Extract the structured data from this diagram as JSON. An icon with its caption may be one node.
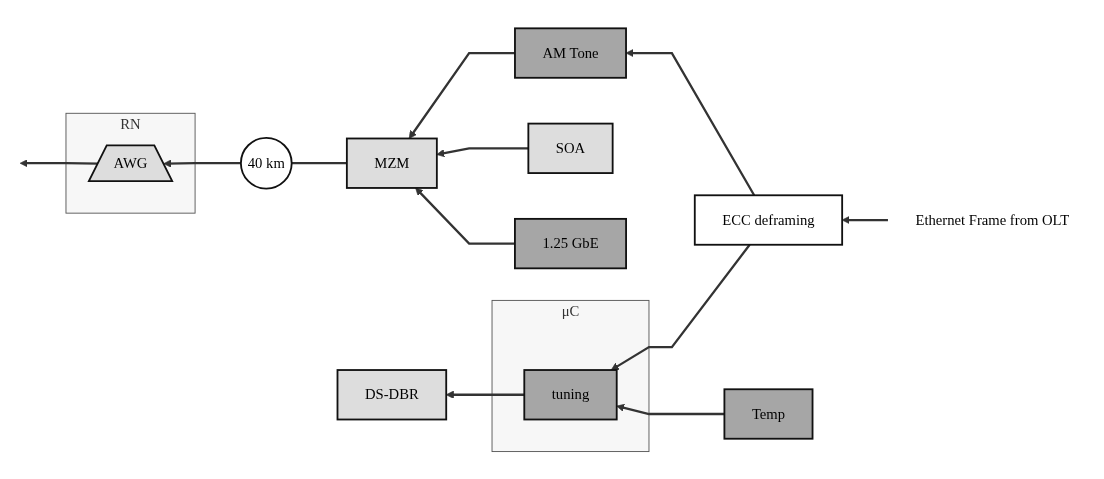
{
  "diagram": {
    "nodes": [
      {
        "text": [
          "1.25 GbE"
        ]
      },
      {
        "text": [
          "RN"
        ]
      },
      {
        "text": [
          "AWG"
        ],
        "in": 1
      },
      {
        "text": [
          "40 km"
        ]
      },
      {
        "text": [
          "μC"
        ]
      },
      {
        "text": [
          "MZM"
        ]
      },
      {
        "text": [
          "SOA"
        ]
      },
      {
        "text": [
          "DS-DBR"
        ]
      },
      {
        "text": [
          "tuning"
        ],
        "in": 4
      },
      {
        "text": [
          "Temp"
        ]
      },
      {
        "text": [
          "AM Tone"
        ]
      },
      {
        "text": [
          "Ethernet Frame from OLT"
        ]
      },
      {
        "text": [
          "ECC deframing"
        ]
      }
    ],
    "edges": [
      {
        "from": 0,
        "to": 5,
        "arrow": "to"
      },
      {
        "from": 5,
        "to": 3,
        "arrow": "none"
      },
      {
        "from": 3,
        "to": 2,
        "arrow": "to"
      },
      {
        "from": 2,
        "to": null,
        "arrow": "to"
      },
      {
        "from": 6,
        "to": 5,
        "arrow": "to"
      },
      {
        "from": 8,
        "to": 7,
        "arrow": "to"
      },
      {
        "from": 9,
        "to": 8,
        "arrow": "to"
      },
      {
        "from": 10,
        "to": 5,
        "arrow": "to"
      },
      {
        "from": 11,
        "to": 12,
        "arrow": "to"
      },
      {
        "from": 12,
        "to": 10,
        "arrow": "to"
      },
      {
        "from": 12,
        "to": 8,
        "arrow": "to"
      }
    ]
  }
}
